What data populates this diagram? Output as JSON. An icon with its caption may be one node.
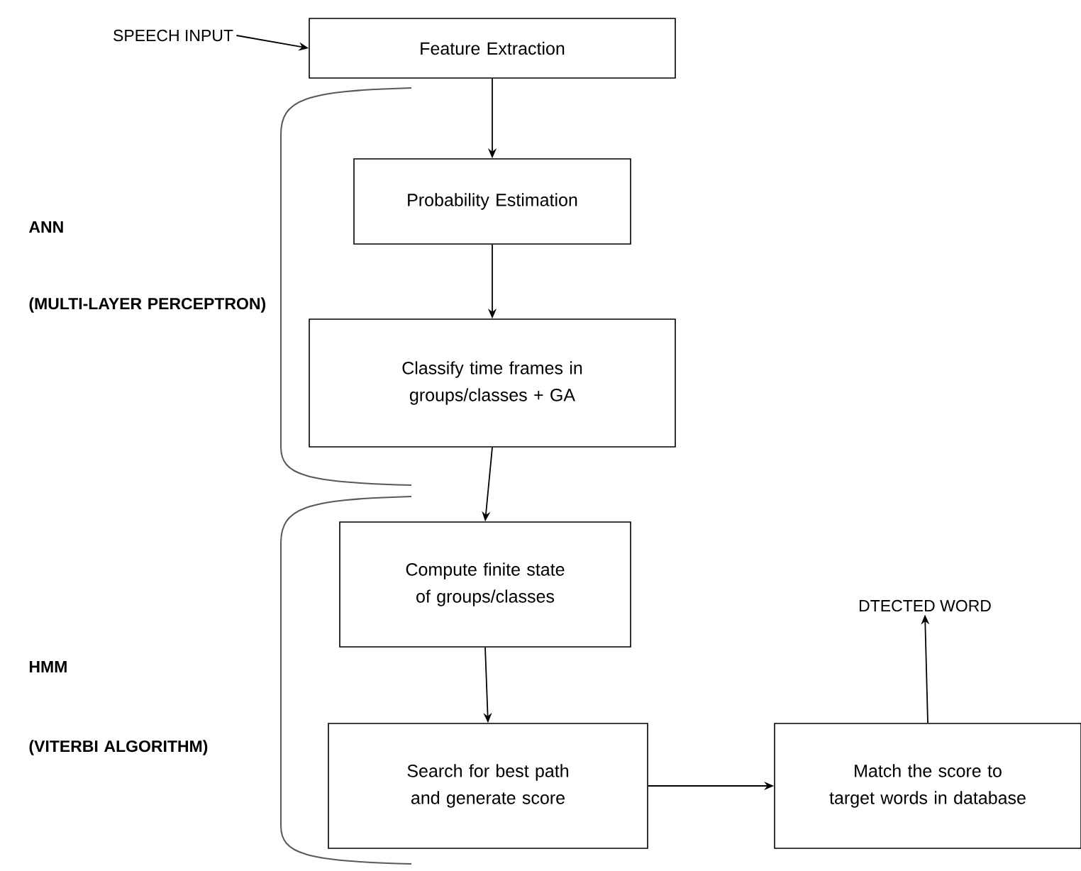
{
  "diagram": {
    "nodes": [
      {
        "text": [
          "SPEECH INPUT"
        ]
      },
      {
        "text": [
          "Feature Extraction"
        ]
      },
      {
        "text": [
          "Probability Estimation"
        ]
      },
      {
        "text": [
          "Classify time frames in groups/classes + GA"
        ]
      },
      {
        "text": [
          "Compute finite state of groups/classes"
        ]
      },
      {
        "text": [
          "Search for best path and generate score"
        ]
      },
      {
        "text": [
          "Match the score to target words in database"
        ]
      },
      {
        "text": [
          "DTECTED WORD"
        ]
      }
    ],
    "edges": [
      {
        "from": 0,
        "to": 1,
        "arrow": "to"
      },
      {
        "from": 1,
        "to": 2,
        "arrow": "to"
      },
      {
        "from": 2,
        "to": 3,
        "arrow": "to"
      },
      {
        "from": 3,
        "to": 4,
        "arrow": "to"
      },
      {
        "from": 4,
        "to": 5,
        "arrow": "to"
      },
      {
        "from": 5,
        "to": 6,
        "arrow": "to"
      },
      {
        "from": 6,
        "to": 7,
        "arrow": "to"
      }
    ],
    "labels": [
      "ANN",
      "(MULTI-LAYER PERCEPTRON)",
      "HMM",
      "(VITERBI ALGORITHM)"
    ]
  }
}
